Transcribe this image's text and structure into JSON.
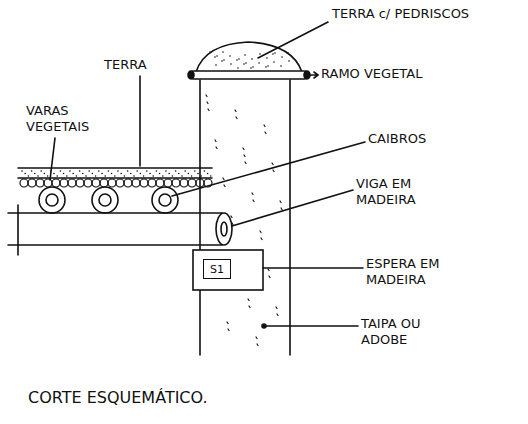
{
  "diagram": {
    "caption": "CORTE ESQUEMÁTICO.",
    "nodes": [
      {
        "text": [
          "S1"
        ]
      }
    ],
    "labels": [
      "TERRA c/ PEDRISCOS",
      "RAMO VEGETAL",
      "TERRA",
      "VARAS VEGETAIS",
      "CAIBROS",
      "VIGA EM MADEIRA",
      "ESPERA EM MADEIRA",
      "TAIPA OU ADOBE"
    ]
  }
}
